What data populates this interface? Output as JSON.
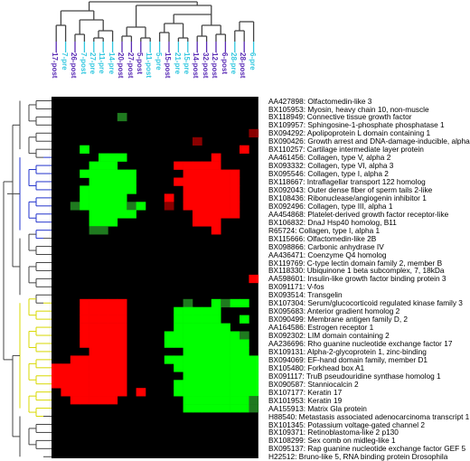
{
  "colors": {
    "post_label": "#5a2bb5",
    "pre_label": "#33c8e0",
    "row_tree_blue": "#2233cc",
    "row_tree_yellow": "#d8d800",
    "row_tree_gray": "#444444",
    "heat_red": "#ff0000",
    "heat_green": "#00ff00",
    "heat_black": "#000000"
  },
  "columns": [
    {
      "label": "17-post",
      "group": "post"
    },
    {
      "label": "7-pre",
      "group": "pre"
    },
    {
      "label": "26-post",
      "group": "post"
    },
    {
      "label": "7-post",
      "group": "pre"
    },
    {
      "label": "27-pre",
      "group": "pre"
    },
    {
      "label": "11-pre",
      "group": "pre"
    },
    {
      "label": "14-pre",
      "group": "pre"
    },
    {
      "label": "20-post",
      "group": "post"
    },
    {
      "label": "27-post",
      "group": "post"
    },
    {
      "label": "5-post",
      "group": "post"
    },
    {
      "label": "11-post",
      "group": "pre"
    },
    {
      "label": "5-pre",
      "group": "pre"
    },
    {
      "label": "15-post",
      "group": "post"
    },
    {
      "label": "21-pre",
      "group": "pre"
    },
    {
      "label": "15-pre",
      "group": "pre"
    },
    {
      "label": "14-post",
      "group": "post"
    },
    {
      "label": "32-post",
      "group": "post"
    },
    {
      "label": "12-post",
      "group": "post"
    },
    {
      "label": "6-post",
      "group": "post"
    },
    {
      "label": "28-pre",
      "group": "pre"
    },
    {
      "label": "28-post",
      "group": "post"
    },
    {
      "label": "6-pre",
      "group": "pre"
    }
  ],
  "rows": [
    "AA427898: Olfactomedin-like 3",
    "BX105953: Myosin, heavy chain 10, non-muscle",
    "BX118949: Connective tissue growth factor",
    "BX109957: Sphingosine-1-phosphate phosphatase 1",
    "BX094292: Apolipoprotein L domain containing 1",
    "BX090426: Growth arrest and DNA-damage-inducible, alpha",
    "BX110257: Cartilage intermediate layer protein",
    "AA461456: Collagen, type V, alpha 2",
    "BX093332: Collagen, type VI, alpha 3",
    "BX095546: Collagen, type I, alpha 2",
    "BX118667: Intraflagellar transport 122 homolog",
    "BX092043: Outer dense fiber of sperm tails 2-like",
    "BX108436: Ribonuclease/angiogenin inhibitor 1",
    "BX092496: Collagen, type III, alpha 1",
    "AA454868: Platelet-derived growth factor receptor-like",
    "BX106832: DnaJ Hsp40 homolog, B11",
    "R65724:   Collagen, type I, alpha 1",
    "BX115666: Olfactomedin-like 2B",
    "BX098866: Carbonic anhydrase IV",
    "AA436471: Coenzyme Q4 homolog",
    "BX119769: C-type lectin domain family 2, member B",
    "BX118330: Ubiquinone 1 beta subcomplex, 7, 18kDa",
    "AA598601: Insulin-like growth factor binding protein 3",
    "BX091171: V-fos",
    "BX093514: Transgelin",
    "BX107304: Serum/glucocorticoid regulated kinase family 3",
    "BX095683: Anterior gradient homolog 2",
    "BX090499: Membrane antigen family D, 2",
    "AA164586: Estrogen receptor 1",
    "BX092302: LIM domain containing 2",
    "AA236696: Rho guanine nucleotide exchange factor 17",
    "BX109131: Alpha-2-glycoprotein 1, zinc-binding",
    "BX094069: EF-hand domain family, member D1",
    "BX105480: Forkhead box A1",
    "BX091117: TruB pseudouridine synthase homolog 1",
    "BX090587: Stanniocalcin 2",
    "BX107177: Keratin 17",
    "BX101953: Keratin 19",
    "AA155913: Matrix Gla protein",
    "H88540:   Metastasis associated adenocarcinoma transcript 1",
    "BX101345: Potassium voltage-gated channel 2",
    "BX109371: Retinoblastoma-like 2 p130",
    "BX108299: Sex comb on midleg-like 1",
    "BX095137: Rap guanine nucleotide exchange factor GEF 5",
    "H22512:   Bruno-like 5, RNA binding protein Drosophila"
  ],
  "heatmap": [
    "0000000000000000000000",
    "0000000000000000000000",
    "0000000g00000000000000",
    "0000000000000000000000",
    "000000000000000000000r",
    "000000000000000r000000",
    "000G0000000000000000R0",
    "00000GGG000000000R0000",
    "0000GGG000000RRRRR0000",
    "000GGGGGG00000RRRRRR00",
    "0000GGGGG0000RRRRRRR00",
    "000GGGGGG00000RRRRRR00",
    "000GGGGG0000R0RRRRRR00",
    "00gGGGGGgG00r0RRRRRR00",
    "0000GGGGG000000RRRRR00",
    "0000GGG00000000RRR0000",
    "0000gg00000000000R0000",
    "0000000000000000000000",
    "0000000000000000000000",
    "0000000000000000000000",
    "0000000000000000000000",
    "0000000000000000000000",
    "000000000000000000000R",
    "0000000000000000000000",
    "0000000000000000000000",
    "000RRRRR000000g00GgGG0",
    "000RRRRR00000GGGGG0000",
    "000RRRRR00000GGGGG00G0",
    "000RRRRR00000GGGGGG000",
    "000RRRRR0000GGGGGGGGg0",
    "000RRRRR0000GGGGGGGGG0",
    "0000RRRR000000GGGGGGG0",
    "00RRRRRR0000GGGGGGGGGG",
    "RRRRRRRR00000GGGGGGGGG",
    "RRRRRRRR000000GGGGGGGG",
    "RRRRRRRR00000GGGGGGGGG",
    "0RRRRRRR0R000GGGGGGGGG",
    "00RRRRR0000000GGGGGGGg",
    "00000000000000GGGGGGGg",
    "0000000000000000000000",
    "0000000000000000000000",
    "0000000000000000000000",
    "0000000000000000000000",
    "0000000000000000000000",
    "0000000000000000000000"
  ]
}
